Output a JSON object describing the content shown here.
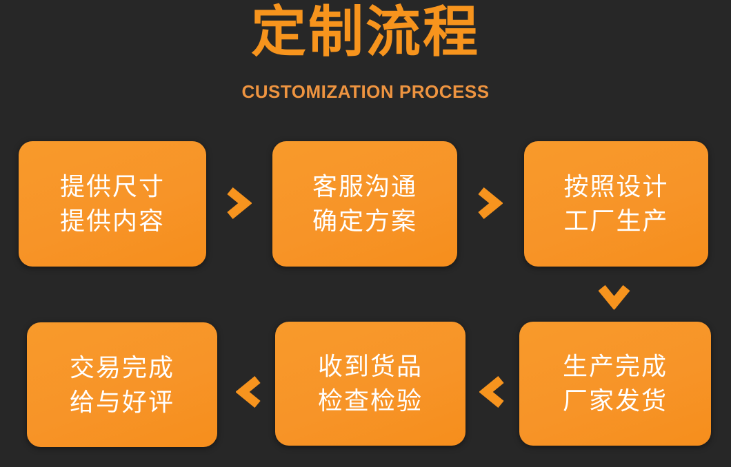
{
  "page": {
    "title": "定制流程",
    "subtitle": "CUSTOMIZATION PROCESS"
  },
  "colors": {
    "background": "#272727",
    "accent": "#F7941E",
    "box_fill": "#F79428",
    "box_text": "#FFFFFF",
    "title_text": "#F7941D",
    "subtitle_text": "#EE9440"
  },
  "icons": {
    "flow_forward": "chevron-right",
    "flow_down": "chevron-down",
    "flow_backward": "chevron-left"
  },
  "steps": [
    {
      "order": 1,
      "line1": "提供尺寸",
      "line2": "提供内容"
    },
    {
      "order": 2,
      "line1": "客服沟通",
      "line2": "确定方案"
    },
    {
      "order": 3,
      "line1": "按照设计",
      "line2": "工厂生产"
    },
    {
      "order": 4,
      "line1": "生产完成",
      "line2": "厂家发货"
    },
    {
      "order": 5,
      "line1": "收到货品",
      "line2": "检查检验"
    },
    {
      "order": 6,
      "line1": "交易完成",
      "line2": "给与好评"
    }
  ]
}
